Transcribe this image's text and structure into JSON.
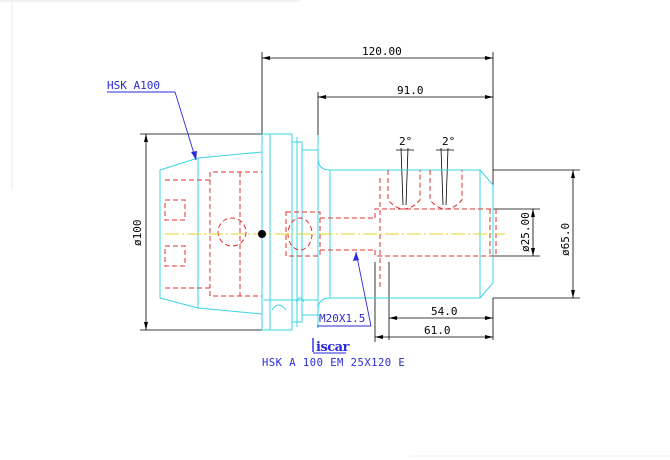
{
  "drawing": {
    "part_label": "HSK A100",
    "thread_label": "M20X1.5",
    "brand_mark": "iscar",
    "caption": "HSK A 100 EM 25X120 E"
  },
  "dimensions": {
    "overall_length": "120.00",
    "body_length": "91.0",
    "bore_depth": "54.0",
    "clamp_length": "61.0",
    "flange_diameter": "ø100",
    "bore_diameter": "ø25.00",
    "body_diameter": "ø65.0",
    "angle_1": "2°",
    "angle_2": "2°"
  }
}
